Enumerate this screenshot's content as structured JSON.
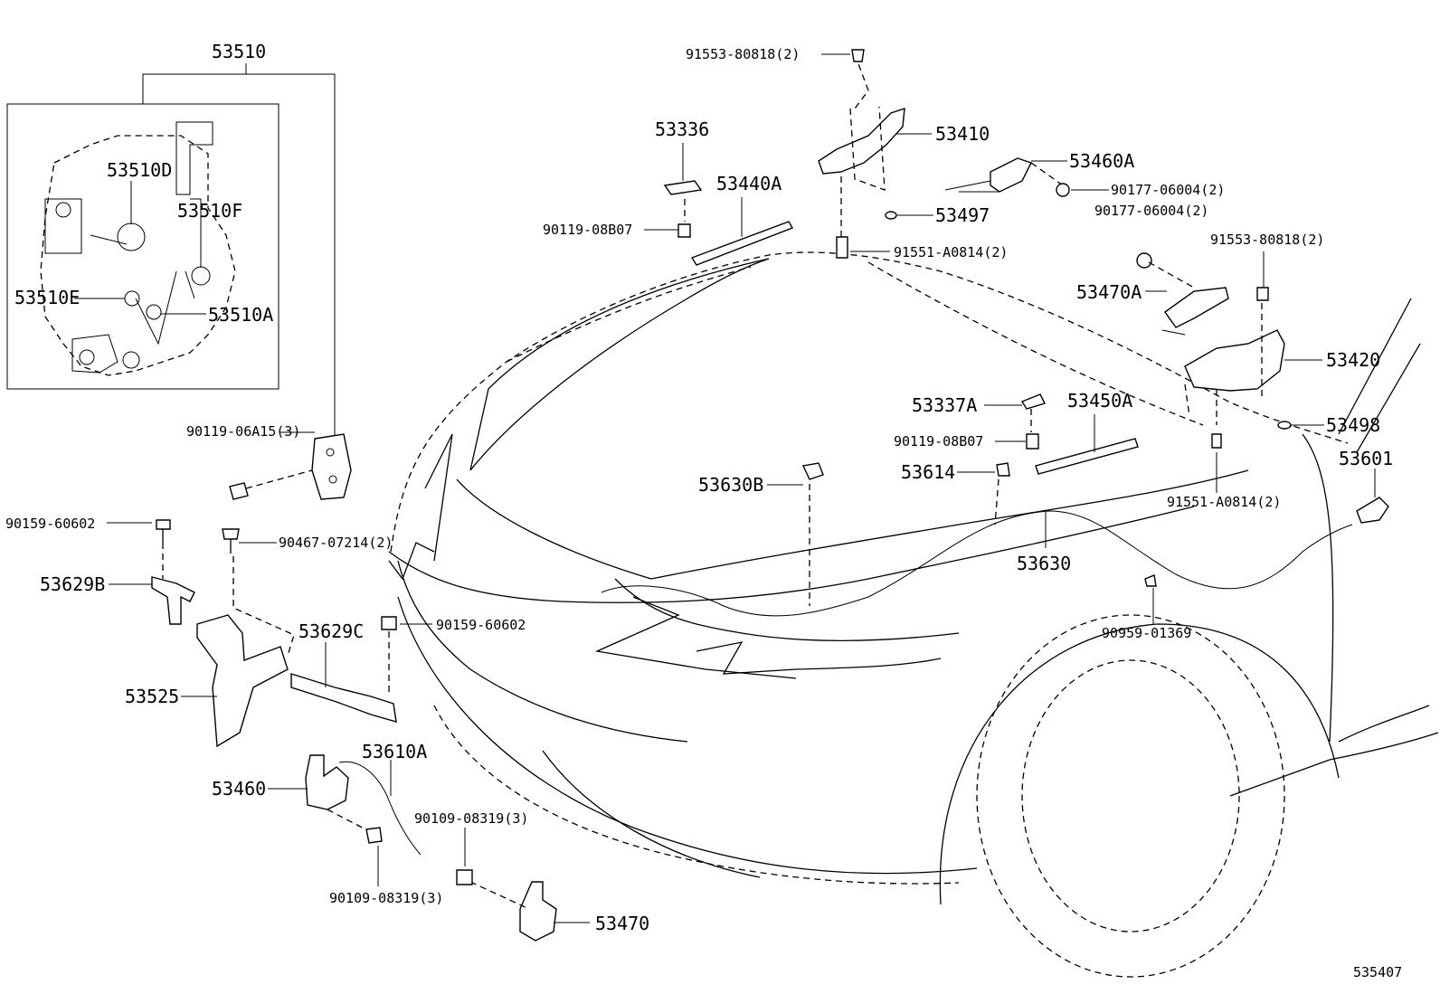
{
  "diagram_id": "535407",
  "labels": {
    "p53510": "53510",
    "p53510D": "53510D",
    "p53510F": "53510F",
    "p53510E": "53510E",
    "p53510A": "53510A",
    "p90119_06A15": "90119-06A15(3)",
    "p90159_60602_a": "90159-60602",
    "p90467_07214": "90467-07214(2)",
    "p53629B": "53629B",
    "p53629C": "53629C",
    "p90159_60602_b": "90159-60602",
    "p53525": "53525",
    "p53610A": "53610A",
    "p53460": "53460",
    "p90109_08319_a": "90109-08319(3)",
    "p90109_08319_b": "90109-08319(3)",
    "p53470": "53470",
    "p91553_80818_a": "91553-80818(2)",
    "p53336": "53336",
    "p53440A": "53440A",
    "p90119_08B07_a": "90119-08B07",
    "p53410": "53410",
    "p53460A": "53460A",
    "p90177_06004_a": "90177-06004(2)",
    "p90177_06004_b": "90177-06004(2)",
    "p53497": "53497",
    "p91551_A0814_a": "91551-A0814(2)",
    "p91553_80818_b": "91553-80818(2)",
    "p53470A": "53470A",
    "p53420": "53420",
    "p53337A": "53337A",
    "p53450A": "53450A",
    "p53498": "53498",
    "p90119_08B07_b": "90119-08B07",
    "p53630B": "53630B",
    "p53614": "53614",
    "p53601": "53601",
    "p91551_A0814_b": "91551-A0814(2)",
    "p53630": "53630",
    "p90959_01369": "90959-01369"
  }
}
